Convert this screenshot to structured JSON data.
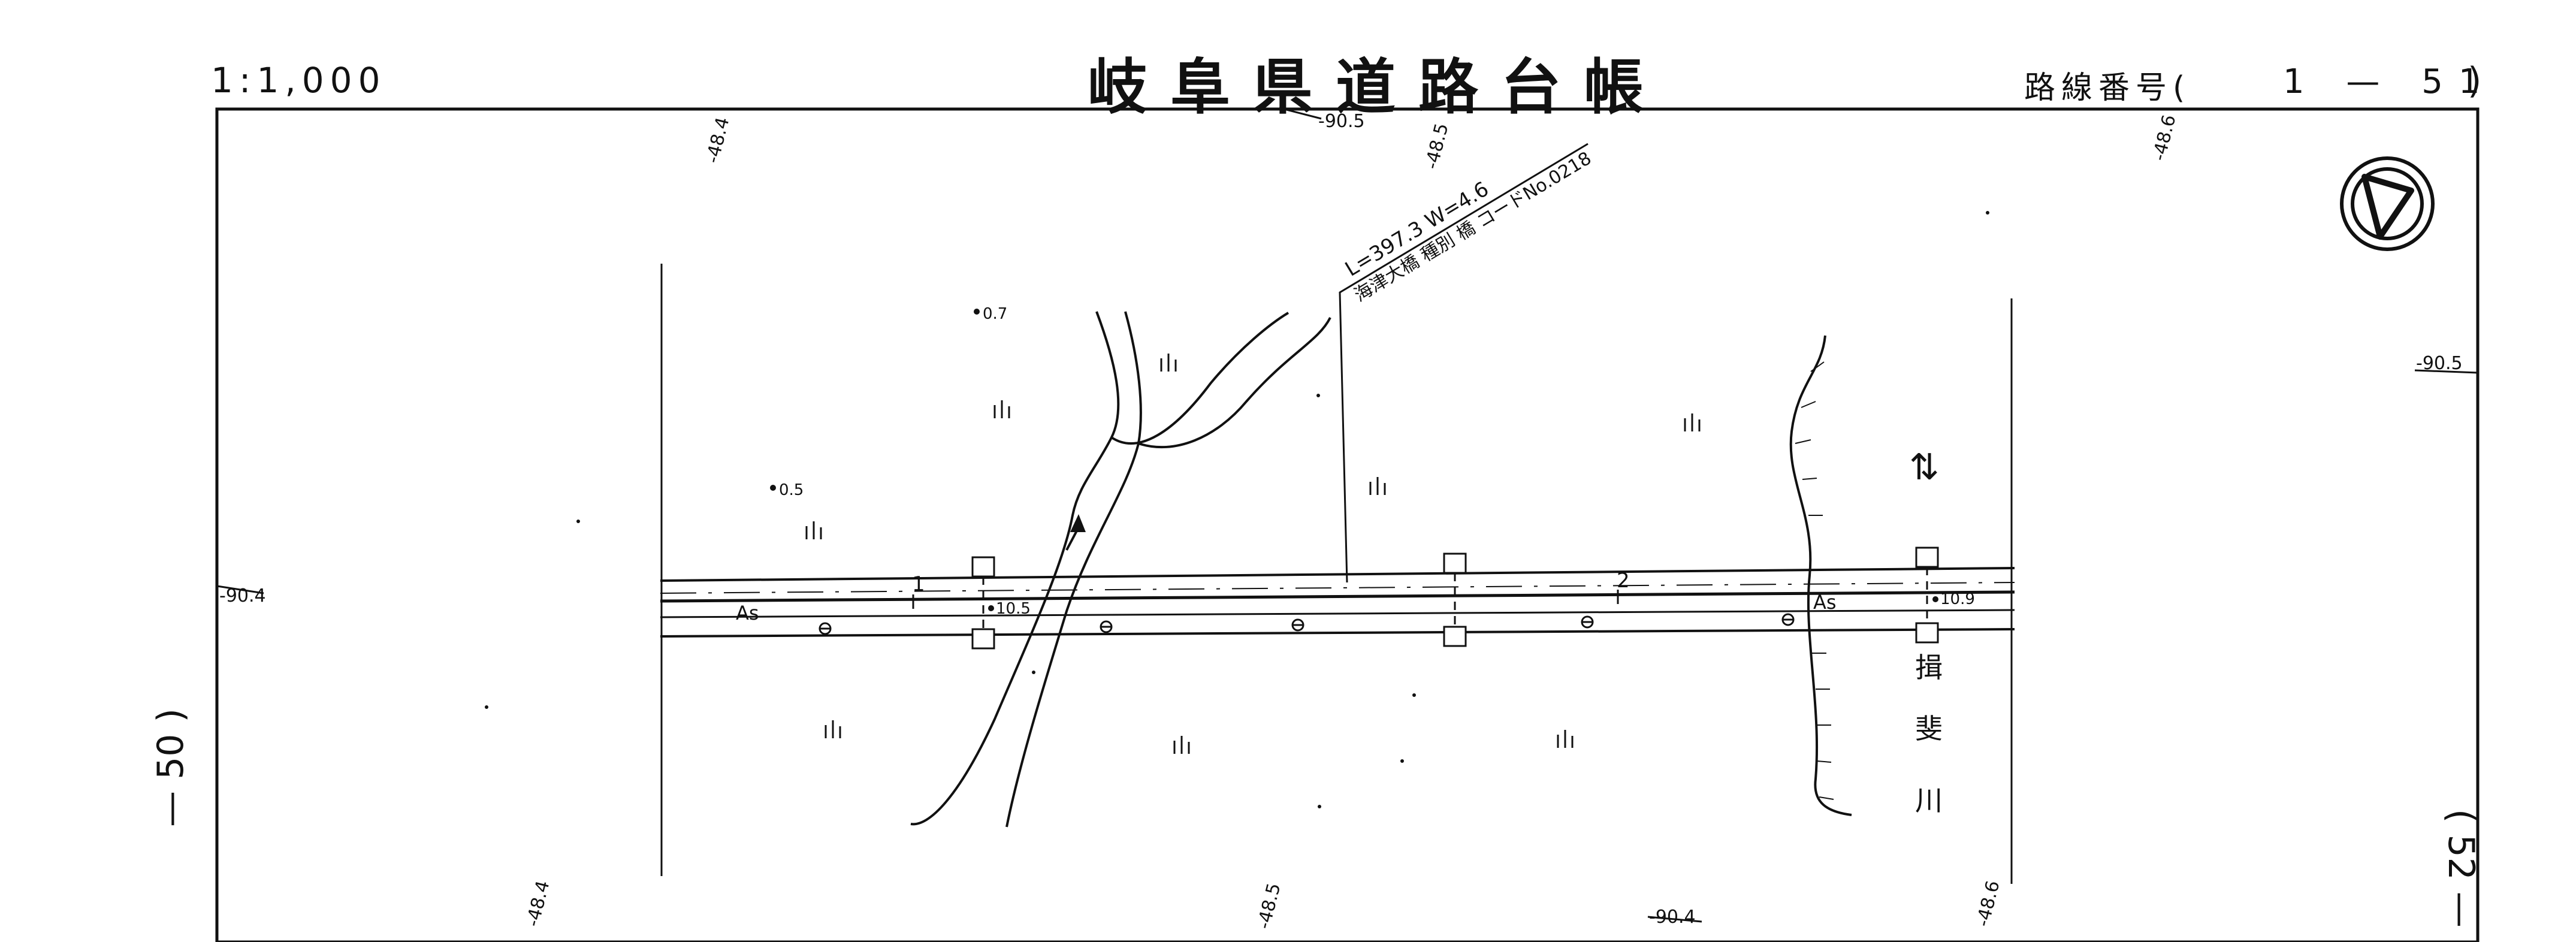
{
  "header": {
    "scale": "1:1,000",
    "title": "岐阜県道路台帳",
    "route_label": "路線番号(",
    "route_number": "1 — 51",
    "route_close": ")"
  },
  "sheets": {
    "left": "— 50 )",
    "right": "( 52 —"
  },
  "elevations": [
    {
      "id": "top-484",
      "text": "-48.4"
    },
    {
      "id": "top-905",
      "text": "-90.5"
    },
    {
      "id": "top-485",
      "text": "-48.5"
    },
    {
      "id": "top-486",
      "text": "-48.6"
    },
    {
      "id": "right-905",
      "text": "-90.5"
    },
    {
      "id": "left-904",
      "text": "-90.4"
    },
    {
      "id": "bottom-484",
      "text": "-48.4"
    },
    {
      "id": "bottom-485",
      "text": "-48.5"
    },
    {
      "id": "bottom-904",
      "text": "-90.4"
    },
    {
      "id": "bottom-486",
      "text": "-48.6"
    }
  ],
  "spot_heights": [
    "0.7",
    "0.5",
    "10.5",
    "10.9"
  ],
  "bridge": {
    "dims": "L=397.3  W=4.6",
    "names": "海津大橋  種別 橋 コードNo.0218"
  },
  "surface": {
    "left": "As",
    "right": "As"
  },
  "stations": {
    "one": "1",
    "two": "2"
  },
  "river": {
    "c1": "揖",
    "c2": "斐",
    "c3": "川"
  },
  "flow_arrow": "⇅",
  "icons": [
    "north-compass-icon",
    "flow-arrow-icon",
    "grass-symbol-icon",
    "bridge-pier-icon"
  ]
}
